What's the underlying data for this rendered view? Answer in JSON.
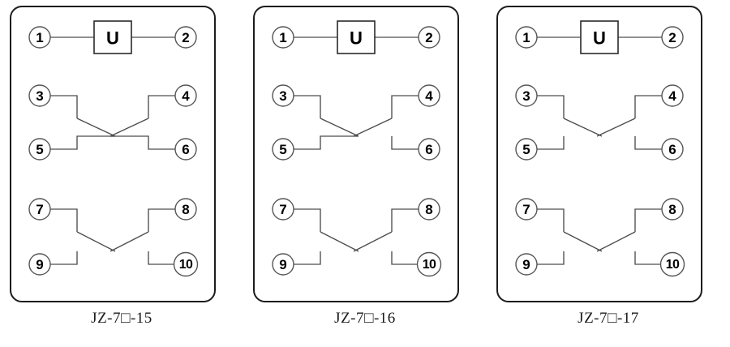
{
  "figure": {
    "type": "relay-wiring-diagrams",
    "background_color": "#ffffff",
    "panel_stroke_color": "#1c1c1c",
    "wire_color": "#4d4d4d",
    "terminal_stroke_color": "#555555",
    "text_color": "#000000"
  },
  "diagrams": [
    {
      "caption": "JZ-7□-15",
      "coil": {
        "symbol": "U",
        "left_terminal": "1",
        "right_terminal": "2"
      },
      "contact_groups": [
        {
          "group": "middle",
          "left": {
            "common_terminal": "3",
            "other_terminal": "5",
            "contact_type": "changeover"
          },
          "right": {
            "common_terminal": "4",
            "other_terminal": "6",
            "contact_type": "changeover"
          }
        },
        {
          "group": "bottom",
          "left": {
            "common_terminal": "7",
            "other_terminal": "9",
            "contact_type": "normally-open"
          },
          "right": {
            "common_terminal": "8",
            "other_terminal": "10",
            "contact_type": "normally-open"
          }
        }
      ]
    },
    {
      "caption": "JZ-7□-16",
      "coil": {
        "symbol": "U",
        "left_terminal": "1",
        "right_terminal": "2"
      },
      "contact_groups": [
        {
          "group": "middle",
          "left": {
            "common_terminal": "3",
            "other_terminal": "5",
            "contact_type": "changeover"
          },
          "right": {
            "common_terminal": "4",
            "other_terminal": "6",
            "contact_type": "normally-open"
          }
        },
        {
          "group": "bottom",
          "left": {
            "common_terminal": "7",
            "other_terminal": "9",
            "contact_type": "normally-open"
          },
          "right": {
            "common_terminal": "8",
            "other_terminal": "10",
            "contact_type": "normally-open"
          }
        }
      ]
    },
    {
      "caption": "JZ-7□-17",
      "coil": {
        "symbol": "U",
        "left_terminal": "1",
        "right_terminal": "2"
      },
      "contact_groups": [
        {
          "group": "middle",
          "left": {
            "common_terminal": "3",
            "other_terminal": "5",
            "contact_type": "normally-open"
          },
          "right": {
            "common_terminal": "4",
            "other_terminal": "6",
            "contact_type": "normally-open"
          }
        },
        {
          "group": "bottom",
          "left": {
            "common_terminal": "7",
            "other_terminal": "9",
            "contact_type": "normally-open"
          },
          "right": {
            "common_terminal": "8",
            "other_terminal": "10",
            "contact_type": "normally-open"
          }
        }
      ]
    }
  ]
}
